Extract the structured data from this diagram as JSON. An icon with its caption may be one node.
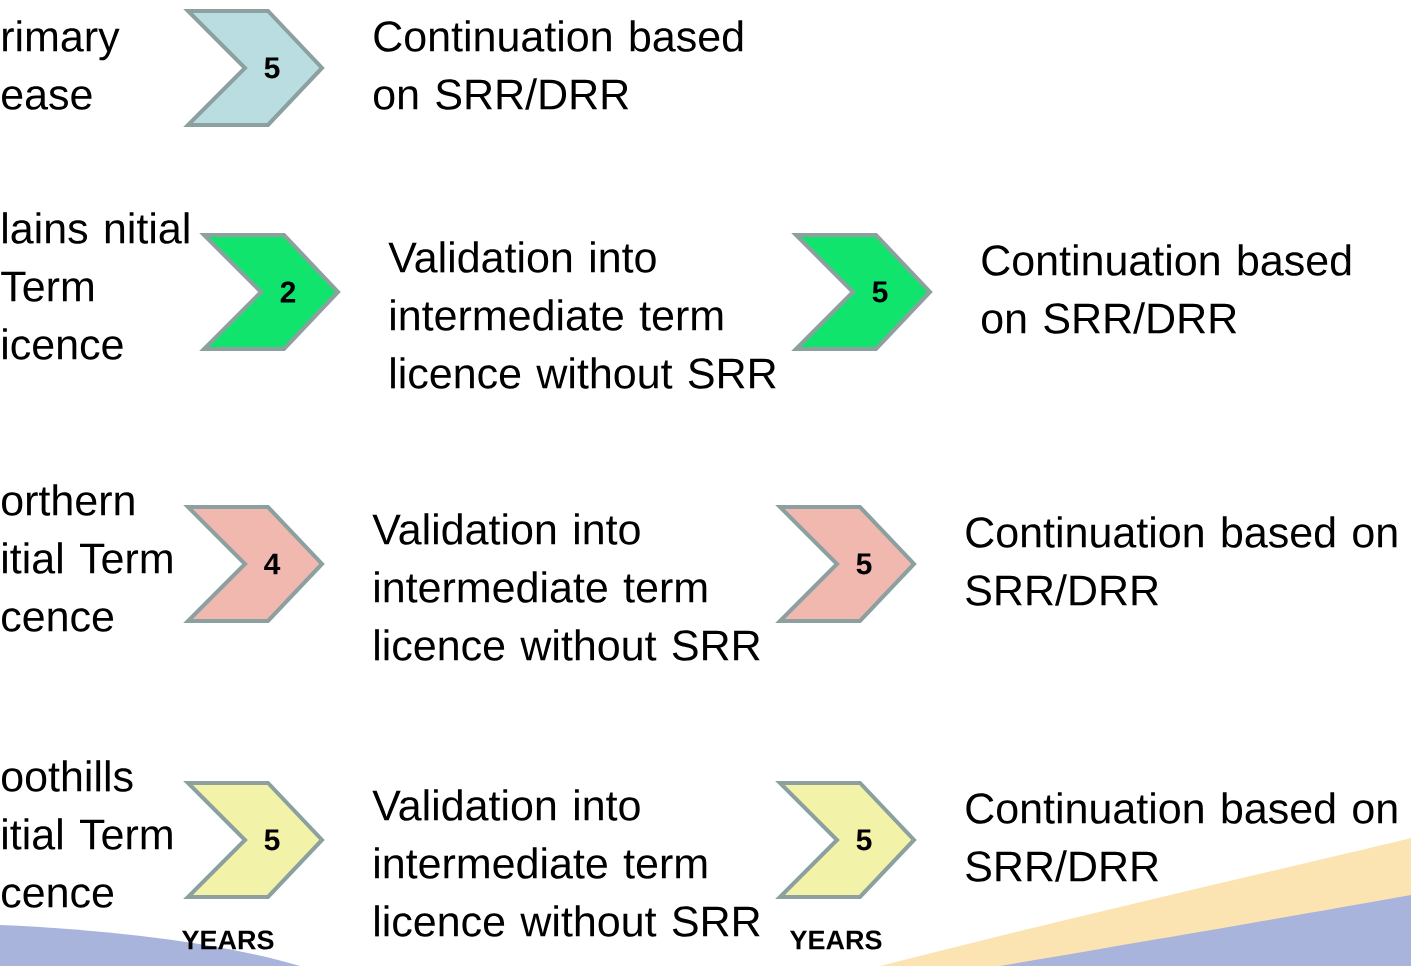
{
  "diagram": {
    "nodes": [
      {
        "text": [
          "rimary ease"
        ]
      },
      {
        "text": [
          "5"
        ]
      },
      {
        "text": [
          "Continuation based on SRR/DRR"
        ]
      },
      {
        "text": [
          "lains nitial Term icence"
        ]
      },
      {
        "text": [
          "2"
        ]
      },
      {
        "text": [
          "Validation into intermediate term licence without SRR"
        ]
      },
      {
        "text": [
          "5"
        ]
      },
      {
        "text": [
          "Continuation  based on SRR/DRR"
        ]
      },
      {
        "text": [
          "orthern itial Term cence"
        ]
      },
      {
        "text": [
          "4"
        ]
      },
      {
        "text": [
          "Validation into intermediate term licence without SRR"
        ]
      },
      {
        "text": [
          "5"
        ]
      },
      {
        "text": [
          "Continuation  based on SRR/DRR"
        ]
      },
      {
        "text": [
          "oothills itial Term cence"
        ]
      },
      {
        "text": [
          "5"
        ]
      },
      {
        "text": [
          "Validation into intermediate term licence without SRR"
        ]
      },
      {
        "text": [
          "5"
        ]
      },
      {
        "text": [
          "Continuation  based on SRR/DRR"
        ]
      }
    ],
    "labels": [
      "YEARS",
      "YEARS"
    ]
  }
}
